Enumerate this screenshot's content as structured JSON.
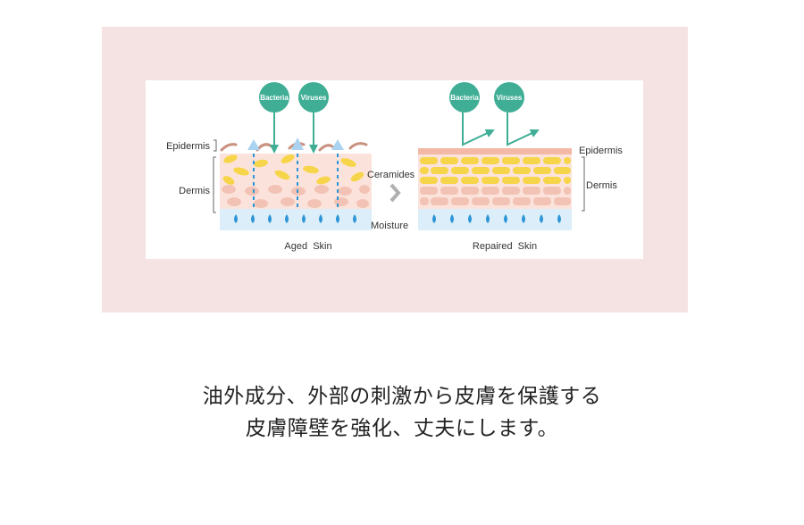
{
  "labels": {
    "bacteria": "Bacteria",
    "viruses": "Viruses",
    "epidermis": "Epidermis",
    "dermis": "Dermis",
    "ceramides": "Ceramides",
    "moisture": "Moisture",
    "aged_skin": "Aged  Skin",
    "repaired_skin": "Repaired  Skin"
  },
  "colors": {
    "panel_bg": "#f5e3e3",
    "teal": "#3fae95",
    "yellow": "#f7d54a",
    "pink_layer": "#f6cdbf",
    "moisture_blue": "#dbeefa",
    "drop_blue": "#2d95d6"
  },
  "caption": {
    "line1": "油外成分、外部の刺激から皮膚を保護する",
    "line2": "皮膚障壁を強化、丈夫にします。"
  }
}
